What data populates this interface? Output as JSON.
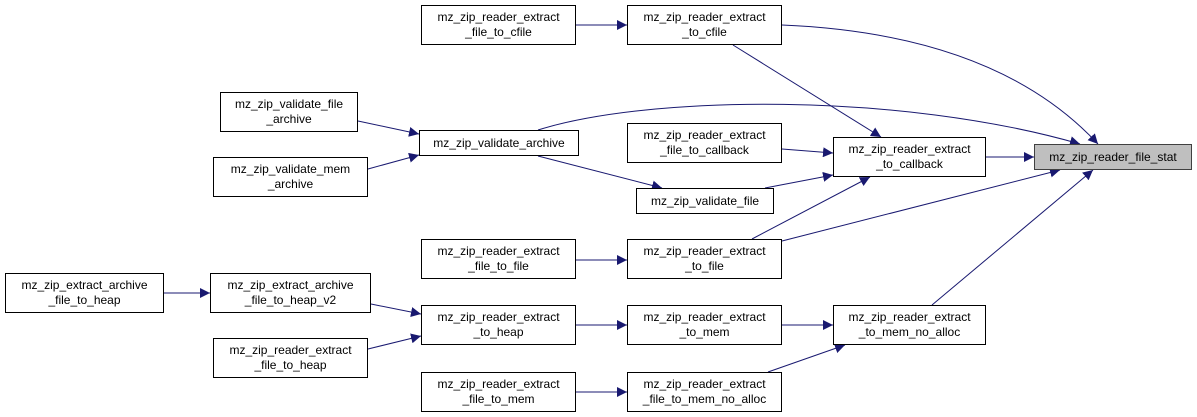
{
  "graph": {
    "edge_color": "#191970",
    "focus_fill": "#bfbfbf",
    "nodes": [
      {
        "id": "file_stat",
        "lines": [
          "mz_zip_reader_file_stat"
        ],
        "focus": true
      },
      {
        "id": "ex_file_to_cfile",
        "lines": [
          "mz_zip_reader_extract",
          "_file_to_cfile"
        ]
      },
      {
        "id": "ex_to_cfile",
        "lines": [
          "mz_zip_reader_extract",
          "_to_cfile"
        ]
      },
      {
        "id": "val_file_archive",
        "lines": [
          "mz_zip_validate_file",
          "_archive"
        ]
      },
      {
        "id": "val_mem_archive",
        "lines": [
          "mz_zip_validate_mem",
          "_archive"
        ]
      },
      {
        "id": "val_archive",
        "lines": [
          "mz_zip_validate_archive"
        ]
      },
      {
        "id": "ex_file_to_callback",
        "lines": [
          "mz_zip_reader_extract",
          "_file_to_callback"
        ]
      },
      {
        "id": "ex_to_callback",
        "lines": [
          "mz_zip_reader_extract",
          "_to_callback"
        ]
      },
      {
        "id": "val_file",
        "lines": [
          "mz_zip_validate_file"
        ]
      },
      {
        "id": "ex_file_to_file",
        "lines": [
          "mz_zip_reader_extract",
          "_file_to_file"
        ]
      },
      {
        "id": "ex_to_file",
        "lines": [
          "mz_zip_reader_extract",
          "_to_file"
        ]
      },
      {
        "id": "arch_to_heap",
        "lines": [
          "mz_zip_extract_archive",
          "_file_to_heap"
        ]
      },
      {
        "id": "arch_to_heap_v2",
        "lines": [
          "mz_zip_extract_archive",
          "_file_to_heap_v2"
        ]
      },
      {
        "id": "ex_to_heap",
        "lines": [
          "mz_zip_reader_extract",
          "_to_heap"
        ]
      },
      {
        "id": "ex_to_mem",
        "lines": [
          "mz_zip_reader_extract",
          "_to_mem"
        ]
      },
      {
        "id": "ex_to_mem_no_alloc",
        "lines": [
          "mz_zip_reader_extract",
          "_to_mem_no_alloc"
        ]
      },
      {
        "id": "ex_file_to_heap",
        "lines": [
          "mz_zip_reader_extract",
          "_file_to_heap"
        ]
      },
      {
        "id": "ex_file_to_mem",
        "lines": [
          "mz_zip_reader_extract",
          "_file_to_mem"
        ]
      },
      {
        "id": "ex_file_to_mem_no_alloc",
        "lines": [
          "mz_zip_reader_extract",
          "_file_to_mem_no_alloc"
        ]
      }
    ],
    "edges": [
      {
        "from": "ex_file_to_cfile",
        "to": "ex_to_cfile"
      },
      {
        "from": "ex_to_cfile",
        "to": "file_stat"
      },
      {
        "from": "ex_to_cfile",
        "to": "ex_to_callback"
      },
      {
        "from": "val_file_archive",
        "to": "val_archive"
      },
      {
        "from": "val_mem_archive",
        "to": "val_archive"
      },
      {
        "from": "val_archive",
        "to": "file_stat"
      },
      {
        "from": "val_archive",
        "to": "val_file"
      },
      {
        "from": "ex_file_to_callback",
        "to": "ex_to_callback"
      },
      {
        "from": "ex_to_callback",
        "to": "file_stat"
      },
      {
        "from": "val_file",
        "to": "ex_to_callback"
      },
      {
        "from": "ex_file_to_file",
        "to": "ex_to_file"
      },
      {
        "from": "ex_to_file",
        "to": "ex_to_callback"
      },
      {
        "from": "ex_to_file",
        "to": "file_stat"
      },
      {
        "from": "arch_to_heap",
        "to": "arch_to_heap_v2"
      },
      {
        "from": "arch_to_heap_v2",
        "to": "ex_to_heap"
      },
      {
        "from": "ex_file_to_heap",
        "to": "ex_to_heap"
      },
      {
        "from": "ex_to_heap",
        "to": "ex_to_mem"
      },
      {
        "from": "ex_to_mem",
        "to": "ex_to_mem_no_alloc"
      },
      {
        "from": "ex_file_to_mem",
        "to": "ex_file_to_mem_no_alloc"
      },
      {
        "from": "ex_file_to_mem_no_alloc",
        "to": "ex_to_mem_no_alloc"
      },
      {
        "from": "ex_to_mem_no_alloc",
        "to": "file_stat"
      }
    ]
  }
}
